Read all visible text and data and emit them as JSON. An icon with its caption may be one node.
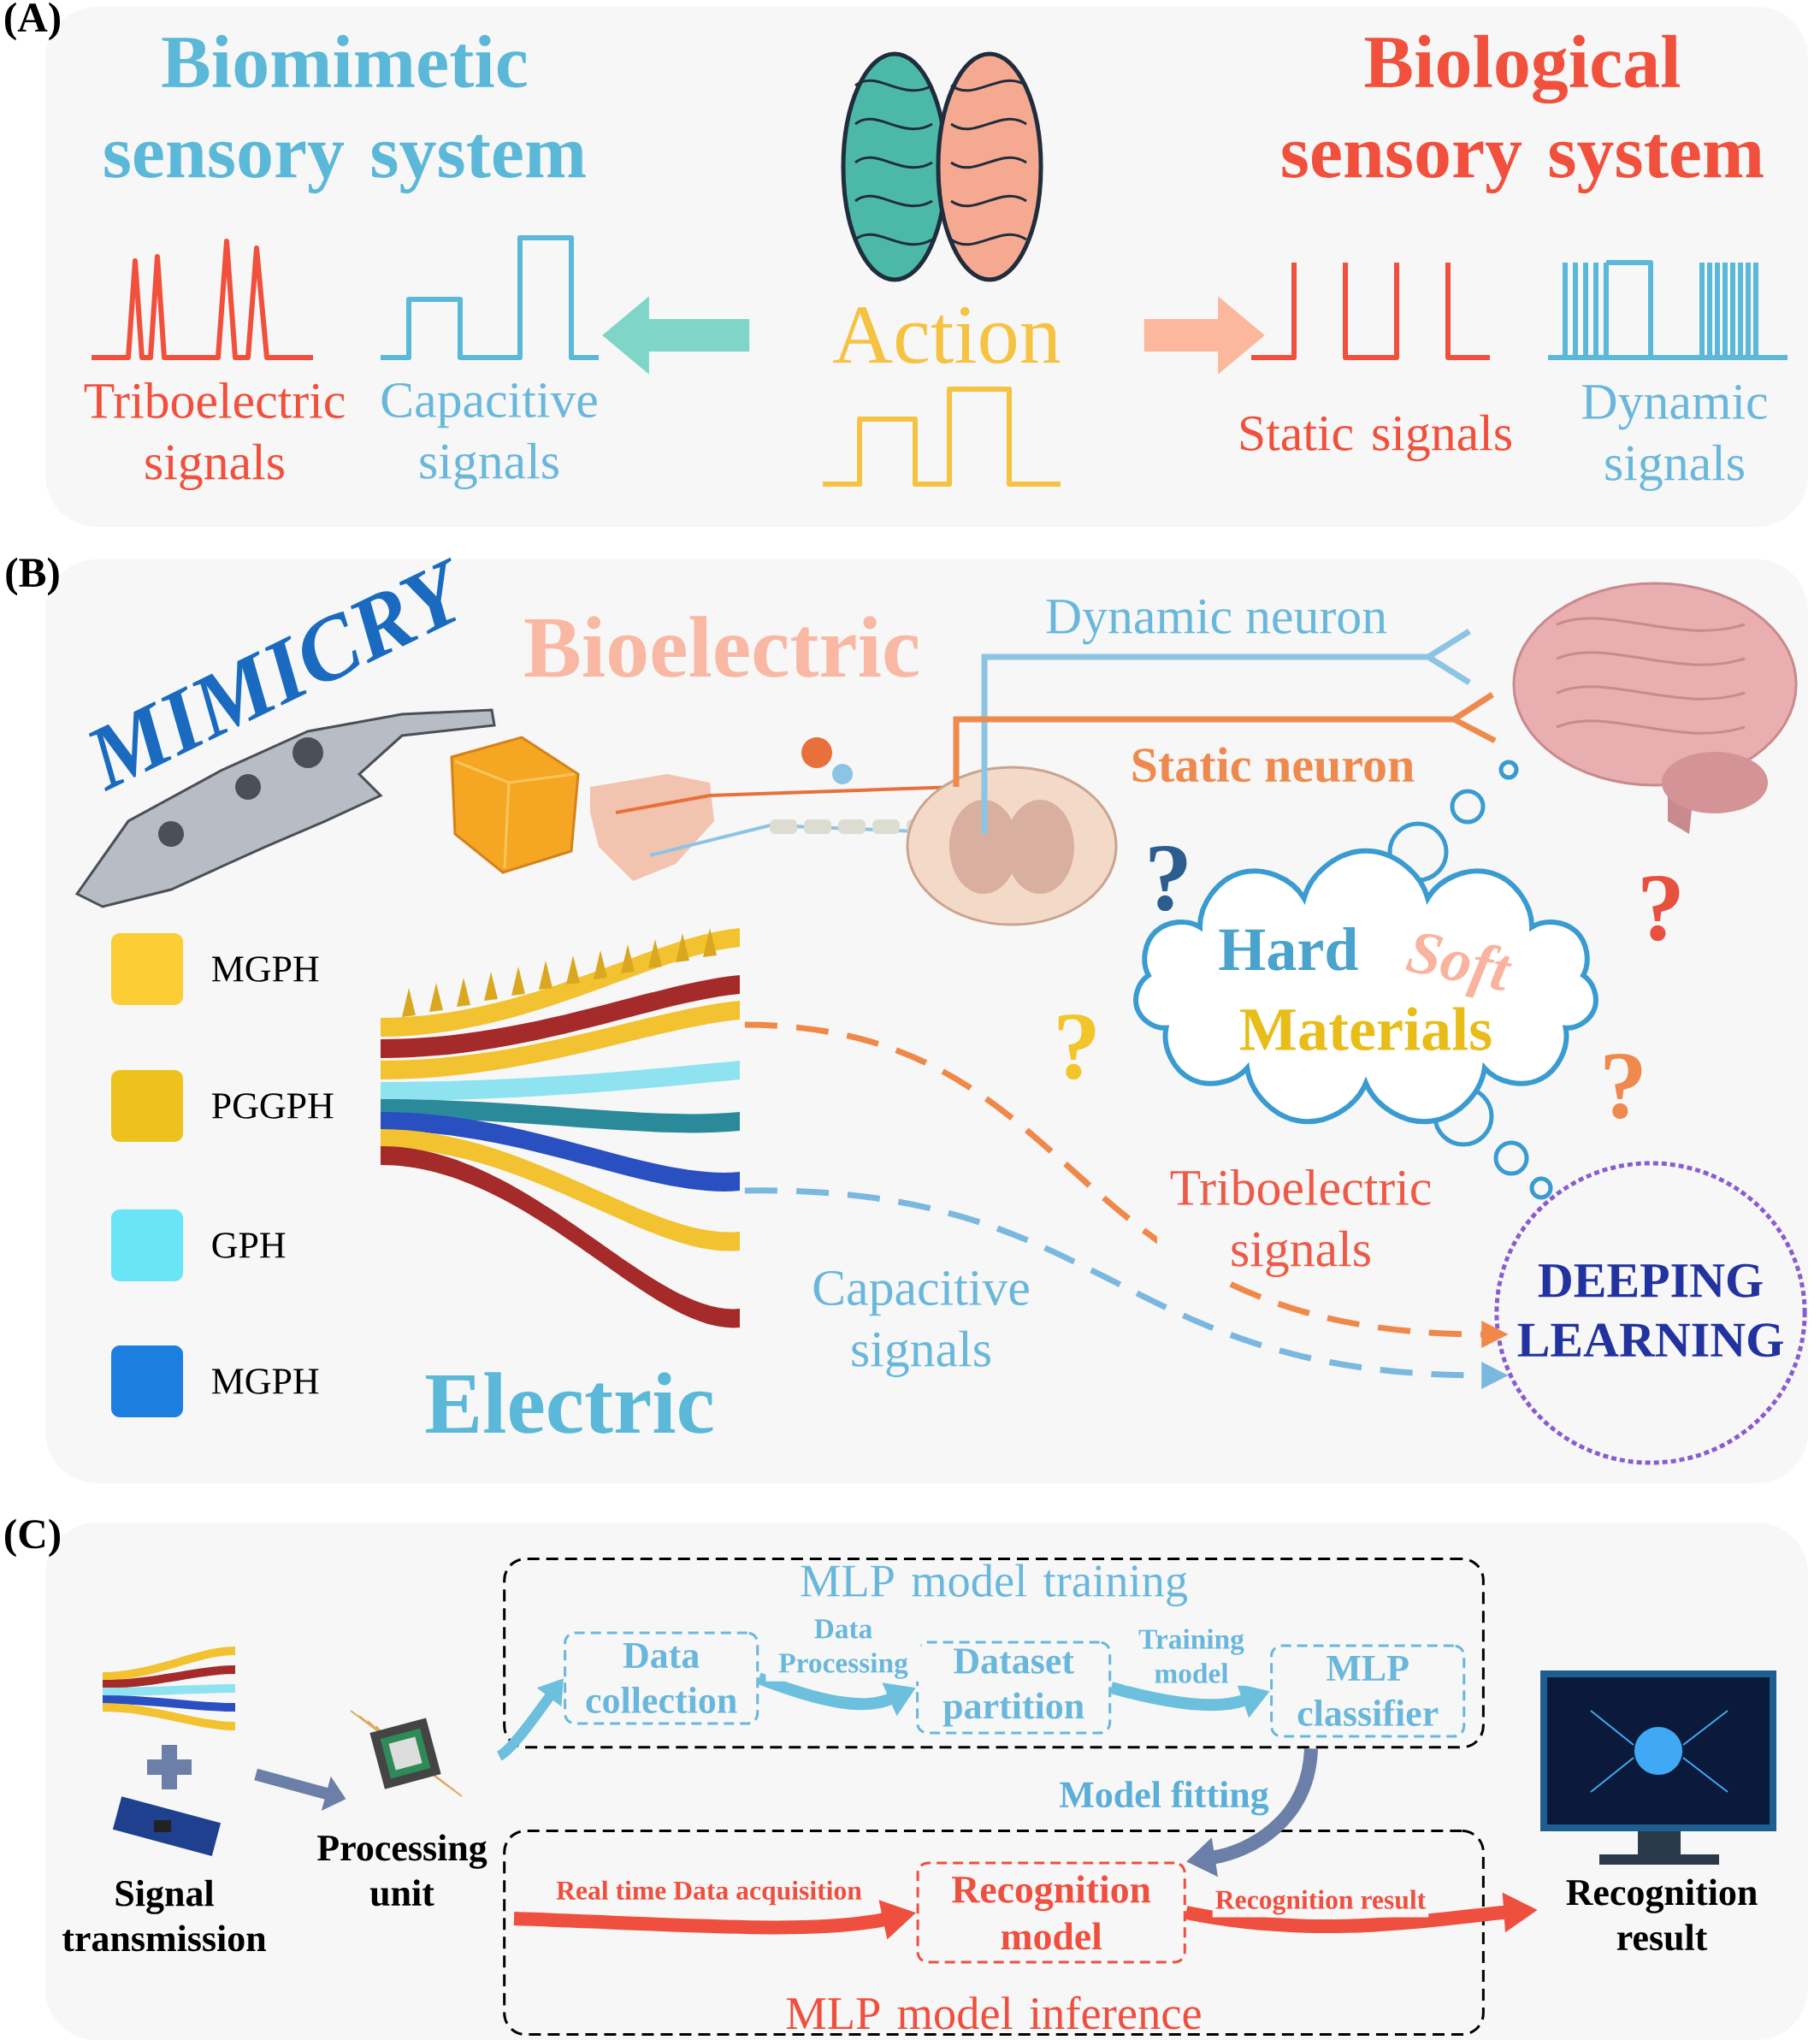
{
  "diagram": {
    "nodes": [
      {
        "text": [
          "Biomimetic sensory system"
        ]
      },
      {
        "text": [
          "Action"
        ]
      },
      {
        "text": [
          "Biological sensory system"
        ]
      },
      {
        "text": [],
        "shape": "picture"
      },
      {
        "text": [
          "Hard",
          "Soft",
          "Materials"
        ]
      },
      {
        "text": [
          "DEEPING LEARNING"
        ]
      },
      {
        "text": [
          "Signal transmission"
        ]
      },
      {
        "text": [
          "Processing unit"
        ]
      },
      {
        "text": [
          "MLP model training"
        ]
      },
      {
        "text": [
          "Data collection"
        ],
        "in": 8
      },
      {
        "text": [
          "Dataset partition"
        ],
        "in": 8
      },
      {
        "text": [
          "MLP classifier"
        ],
        "in": 8
      },
      {
        "text": [
          "MLP model inference"
        ]
      },
      {
        "text": [
          "Recognition model"
        ],
        "in": 12
      },
      {
        "text": [
          "Recognition result"
        ]
      }
    ],
    "edges": [
      {
        "from": 1,
        "to": 0,
        "arrow": "to",
        "style": "thick",
        "color": "#7fd6c8"
      },
      {
        "from": 1,
        "to": 2,
        "arrow": "to",
        "style": "thick",
        "color": "#fbb89c"
      },
      {
        "from": 3,
        "to": 5,
        "arrow": "to",
        "label": "Triboelectric signals",
        "style": "dashed",
        "color": "#f0884a"
      },
      {
        "from": 3,
        "to": 5,
        "arrow": "to",
        "label": "Capacitive signals",
        "style": "dashed",
        "color": "#7ab8e0"
      },
      {
        "from": 6,
        "to": 7,
        "arrow": "to",
        "color": "#6b7fa8"
      },
      {
        "from": 7,
        "to": 9,
        "arrow": "to",
        "color": "#6cc0de"
      },
      {
        "from": 9,
        "to": 10,
        "arrow": "to",
        "label": "Data Processing",
        "color": "#6cc0de"
      },
      {
        "from": 10,
        "to": 11,
        "arrow": "to",
        "label": "Training model",
        "color": "#6cc0de"
      },
      {
        "from": 8,
        "to": 13,
        "arrow": "to",
        "label": "Model fitting",
        "color": "#6b7fa8"
      },
      {
        "from": null,
        "to": 13,
        "arrow": "to",
        "label": "Real time Data acquisition",
        "color": "#ef4f3f"
      },
      {
        "from": 13,
        "to": 14,
        "arrow": "to",
        "label": "Recognition result",
        "color": "#ef4f3f"
      }
    ],
    "labels": [
      "(A)",
      "Triboelectric signals",
      "Capacitive signals",
      "Static signals",
      "Dynamic signals",
      "(B)",
      "MIMICRY",
      "Bioelectric",
      "Dynamic neuron",
      "Static neuron",
      "?",
      "?",
      "?",
      "?",
      "Electric",
      "(C)"
    ],
    "legend": [
      {
        "text": "MGPH",
        "color": "#fccd35"
      },
      {
        "text": "PGGPH",
        "color": "#eec21c"
      },
      {
        "text": "GPH",
        "color": "#6ae4f7"
      },
      {
        "text": "MGPH",
        "color": "#1c7fe0"
      }
    ]
  }
}
